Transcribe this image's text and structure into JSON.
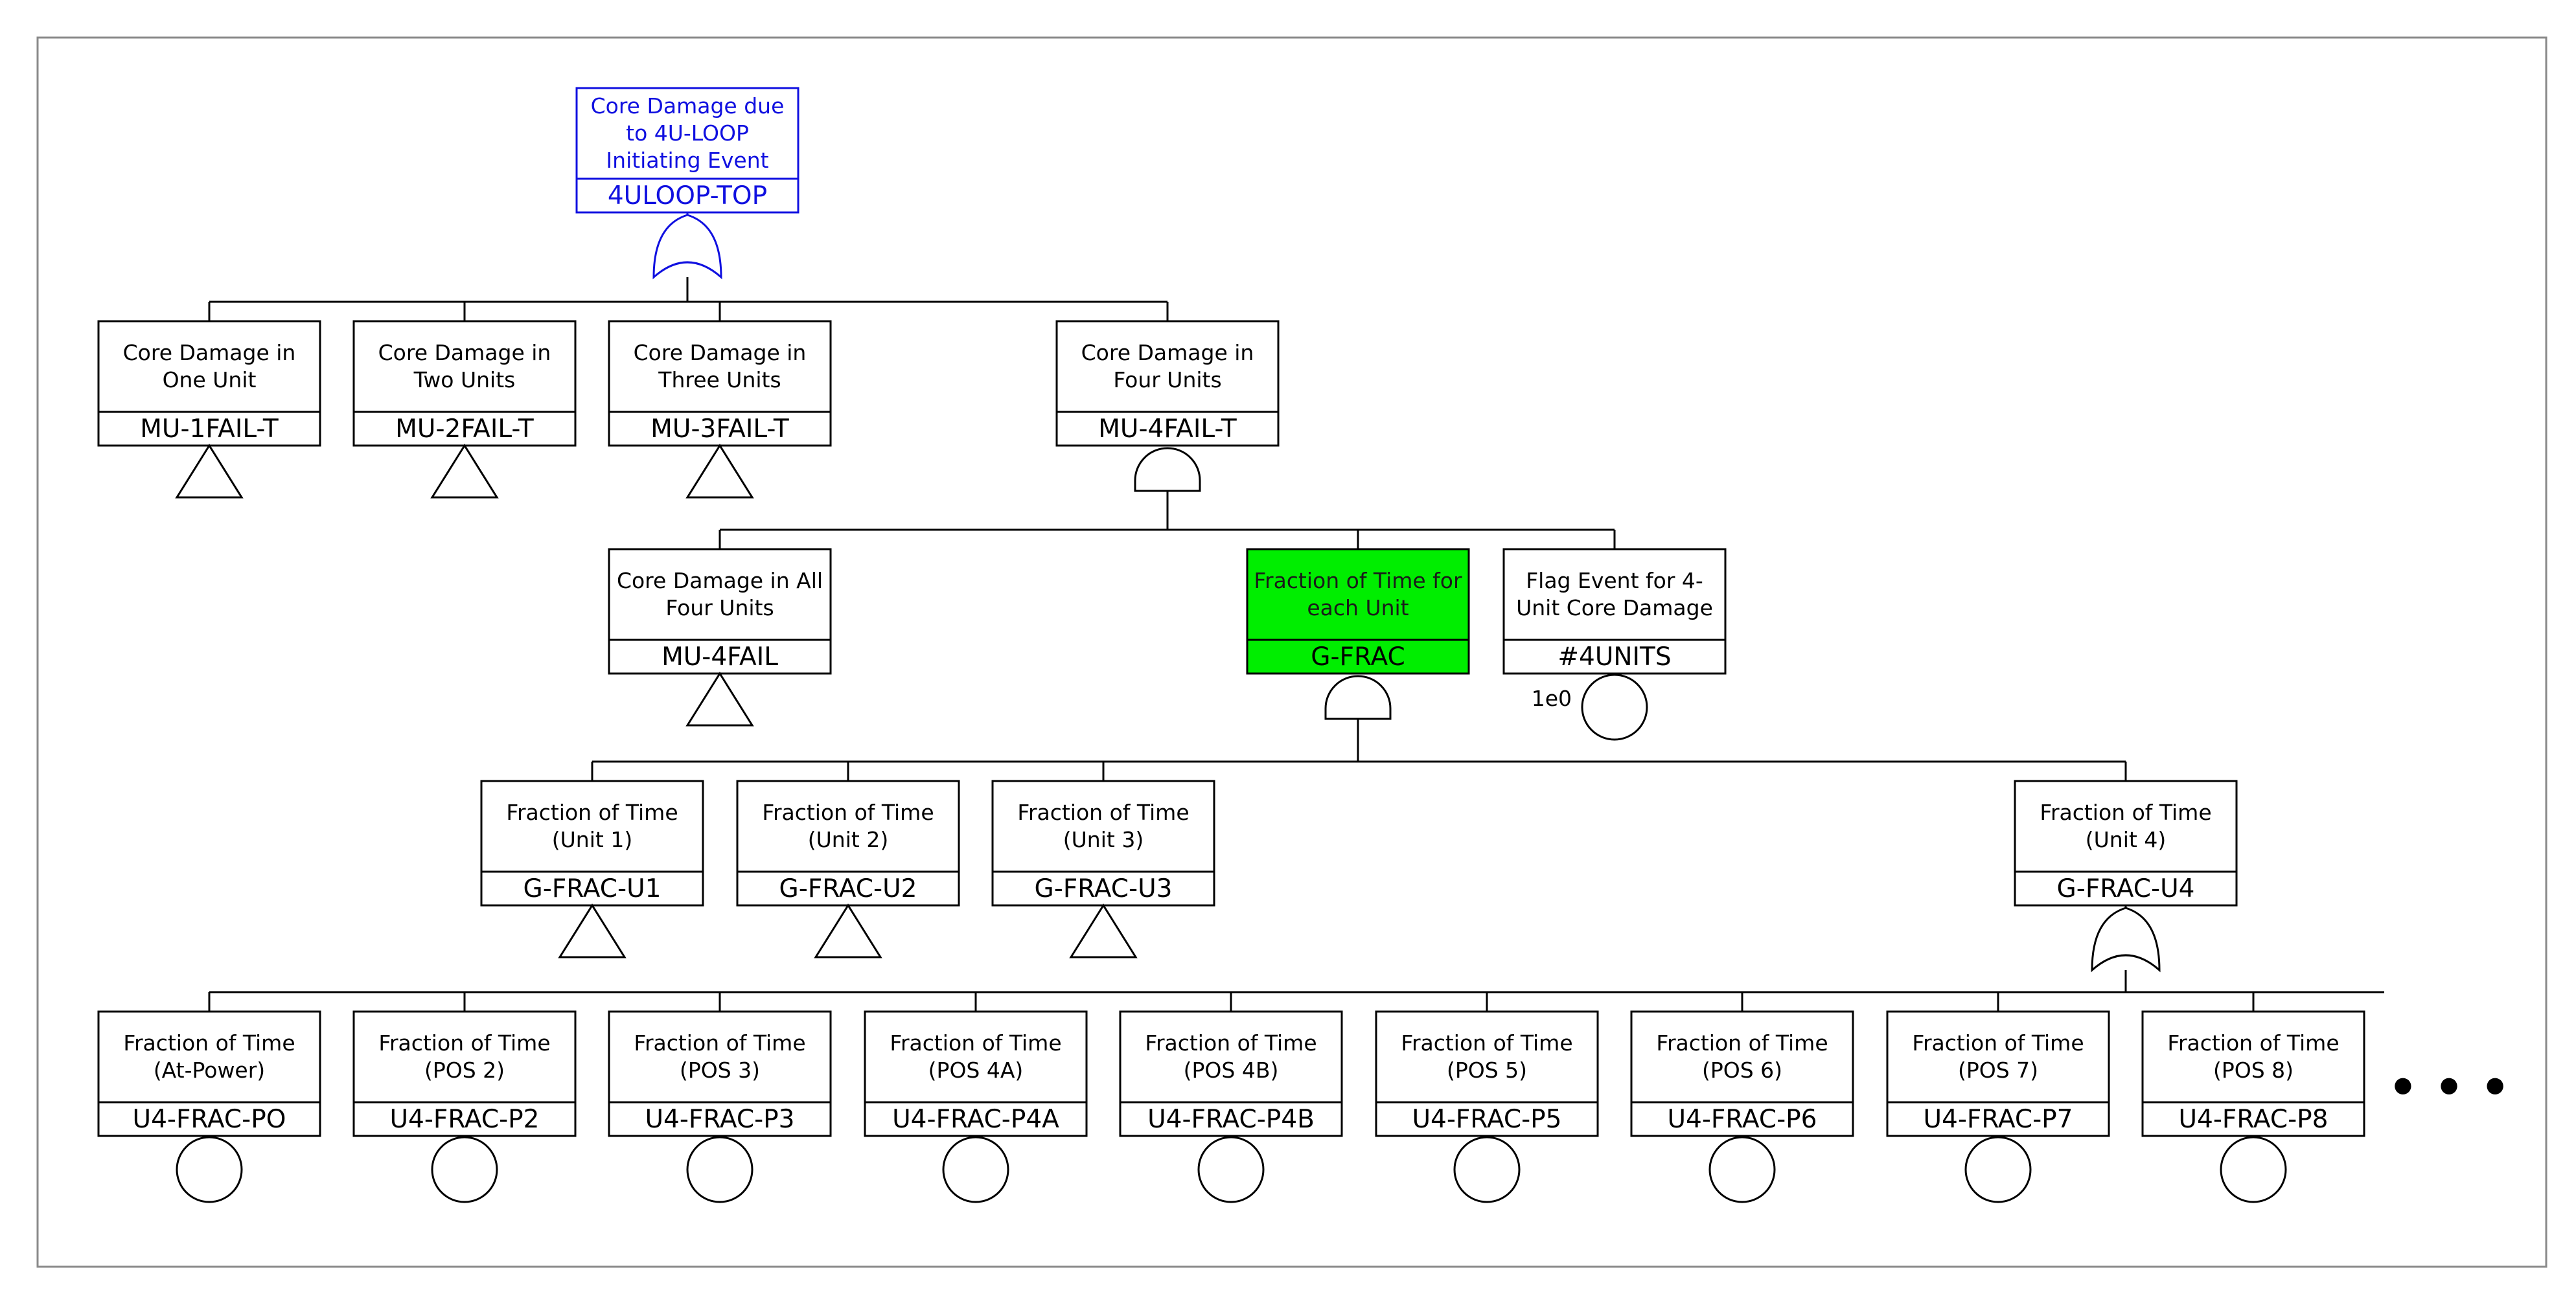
{
  "colors": {
    "line": "#000000",
    "top_event": "#1010e0",
    "highlight_fill": "#00ee00",
    "box_fill": "#ffffff"
  },
  "nodes": {
    "top": {
      "label": [
        "Core Damage due",
        "to 4U-LOOP",
        "Initiating Event"
      ],
      "id": "4ULOOP-TOP",
      "gate": "or"
    },
    "mu1": {
      "label": [
        "Core Damage in",
        "One Unit"
      ],
      "id": "MU-1FAIL-T",
      "gate": "transfer"
    },
    "mu2": {
      "label": [
        "Core Damage in",
        "Two Units"
      ],
      "id": "MU-2FAIL-T",
      "gate": "transfer"
    },
    "mu3": {
      "label": [
        "Core Damage in",
        "Three Units"
      ],
      "id": "MU-3FAIL-T",
      "gate": "transfer"
    },
    "mu4t": {
      "label": [
        "Core Damage in",
        "Four Units"
      ],
      "id": "MU-4FAIL-T",
      "gate": "and"
    },
    "mu4": {
      "label": [
        "Core Damage in All",
        "Four Units"
      ],
      "id": "MU-4FAIL",
      "gate": "transfer"
    },
    "gfrac": {
      "label": [
        "Fraction of Time for",
        "each Unit"
      ],
      "id": "G-FRAC",
      "gate": "and"
    },
    "flag": {
      "label": [
        "Flag Event for 4-",
        "Unit Core Damage"
      ],
      "id": "#4UNITS",
      "gate": "basic",
      "prob": "1e0"
    },
    "u1": {
      "label": [
        "Fraction of Time",
        "(Unit 1)"
      ],
      "id": "G-FRAC-U1",
      "gate": "transfer"
    },
    "u2": {
      "label": [
        "Fraction of Time",
        "(Unit 2)"
      ],
      "id": "G-FRAC-U2",
      "gate": "transfer"
    },
    "u3": {
      "label": [
        "Fraction of Time",
        "(Unit 3)"
      ],
      "id": "G-FRAC-U3",
      "gate": "transfer"
    },
    "u4": {
      "label": [
        "Fraction of Time",
        "(Unit 4)"
      ],
      "id": "G-FRAC-U4",
      "gate": "or"
    },
    "po": {
      "label": [
        "Fraction of Time",
        "(At-Power)"
      ],
      "id": "U4-FRAC-PO",
      "gate": "basic"
    },
    "p2": {
      "label": [
        "Fraction of Time",
        "(POS 2)"
      ],
      "id": "U4-FRAC-P2",
      "gate": "basic"
    },
    "p3": {
      "label": [
        "Fraction of Time",
        "(POS 3)"
      ],
      "id": "U4-FRAC-P3",
      "gate": "basic"
    },
    "p4a": {
      "label": [
        "Fraction of Time",
        "(POS 4A)"
      ],
      "id": "U4-FRAC-P4A",
      "gate": "basic"
    },
    "p4b": {
      "label": [
        "Fraction of Time",
        "(POS 4B)"
      ],
      "id": "U4-FRAC-P4B",
      "gate": "basic"
    },
    "p5": {
      "label": [
        "Fraction of Time",
        "(POS 5)"
      ],
      "id": "U4-FRAC-P5",
      "gate": "basic"
    },
    "p6": {
      "label": [
        "Fraction of Time",
        "(POS 6)"
      ],
      "id": "U4-FRAC-P6",
      "gate": "basic"
    },
    "p7": {
      "label": [
        "Fraction of Time",
        "(POS 7)"
      ],
      "id": "U4-FRAC-P7",
      "gate": "basic"
    },
    "p8": {
      "label": [
        "Fraction of Time",
        "(POS 8)"
      ],
      "id": "U4-FRAC-P8",
      "gate": "basic"
    }
  },
  "continuation": "• • •"
}
